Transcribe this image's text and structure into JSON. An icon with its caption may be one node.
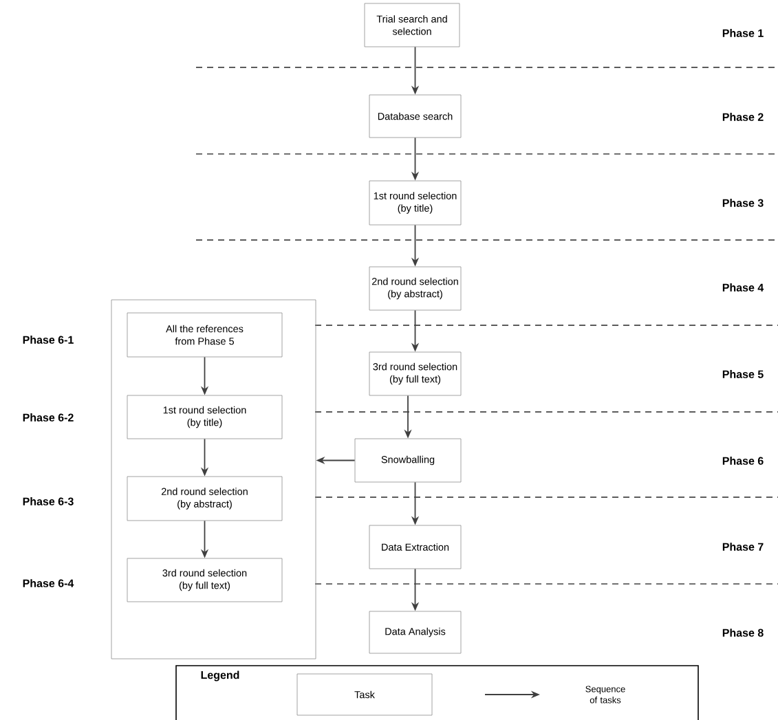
{
  "diagram": {
    "nodes": [
      {
        "text": [
          "Trial search and selection"
        ]
      },
      {
        "text": [
          "Database search"
        ]
      },
      {
        "text": [
          "1st round selection (by title)"
        ]
      },
      {
        "text": [
          "2nd round selection (by abstract)"
        ]
      },
      {
        "text": [
          "3rd round selection (by full text)"
        ]
      },
      {
        "text": [
          "Snowballing"
        ]
      },
      {
        "text": [
          "Data Extraction"
        ]
      },
      {
        "text": [
          "Data Analysis"
        ]
      },
      {
        "text": [],
        "shape": "box"
      },
      {
        "text": [
          "All the references from Phase 5"
        ],
        "in": 8
      },
      {
        "text": [
          "1st round selection (by title)"
        ],
        "in": 8
      },
      {
        "text": [
          "2nd round selection (by abstract)"
        ],
        "in": 8
      },
      {
        "text": [
          "3rd round selection (by full text)"
        ],
        "in": 8
      }
    ],
    "edges": [
      {
        "from": 0,
        "to": 1,
        "arrow": "to"
      },
      {
        "from": 1,
        "to": 2,
        "arrow": "to"
      },
      {
        "from": 2,
        "to": 3,
        "arrow": "to"
      },
      {
        "from": 3,
        "to": 4,
        "arrow": "to"
      },
      {
        "from": 4,
        "to": 5,
        "arrow": "to"
      },
      {
        "from": 5,
        "to": 6,
        "arrow": "to"
      },
      {
        "from": 6,
        "to": 7,
        "arrow": "to"
      },
      {
        "from": 5,
        "to": 8,
        "arrow": "to"
      },
      {
        "from": 9,
        "to": 10,
        "arrow": "to"
      },
      {
        "from": 10,
        "to": 11,
        "arrow": "to"
      },
      {
        "from": 11,
        "to": 12,
        "arrow": "to"
      }
    ],
    "labels": [
      "Phase 1",
      "Phase 2",
      "Phase 3",
      "Phase 4",
      "Phase 6-1",
      "Phase 5",
      "Phase 6-2",
      "Phase 6",
      "Phase 6-3",
      "Phase 7",
      "Phase 6-4",
      "Phase 8",
      "Legend"
    ],
    "legend": [
      {
        "text": "Task"
      },
      {
        "text": "Sequence of tasks"
      }
    ]
  }
}
